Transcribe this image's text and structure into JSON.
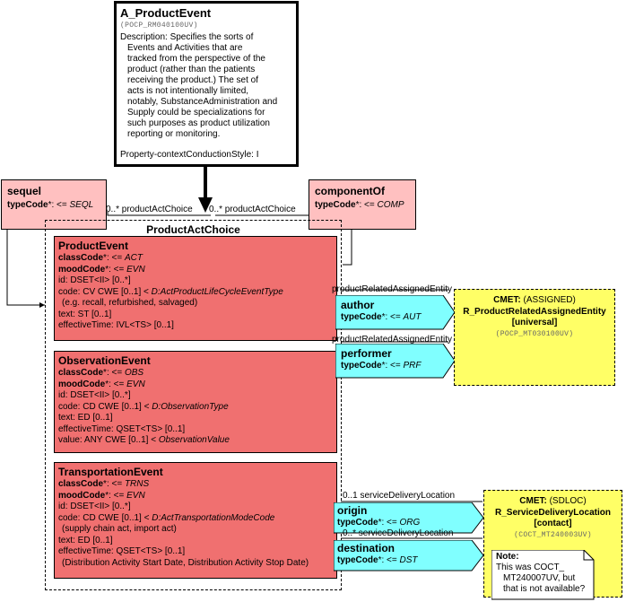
{
  "entry": {
    "title": "A_ProductEvent",
    "id": "(POCP_RM040100UV)",
    "description": [
      "Description: Specifies the sorts of",
      "Events and Activities that are",
      "tracked from the perspective of the",
      "product (rather than the patients",
      "receiving the product.) The set of",
      "acts is not intentionally limited,",
      "notably, SubstanceAdministration and",
      "Supply could be specializations for",
      "such purposes as product utilization",
      "reporting or monitoring."
    ],
    "property": "Property-contextConductionStyle: I"
  },
  "sequel": {
    "title": "sequel",
    "attr_name": "typeCode",
    "attr_star": "*",
    "attr_sep": ": <= ",
    "attr_value": "SEQL"
  },
  "componentOf": {
    "title": "componentOf",
    "attr_name": "typeCode",
    "attr_star": "*",
    "attr_sep": ": <= ",
    "attr_value": "COMP"
  },
  "connector_labels": {
    "sequel_choice": "0..* productActChoice",
    "componentOf_choice": "0..* productActChoice",
    "author_entity": "productRelatedAssignedEntity",
    "performer_entity": "productRelatedAssignedEntity",
    "origin_location": "0..1 serviceDeliveryLocation",
    "destination_location": "0..* serviceDeliveryLocation"
  },
  "choice": {
    "title": "ProductActChoice"
  },
  "productEvent": {
    "title": "ProductEvent",
    "classCode": {
      "name": "classCode",
      "star": "*",
      "sep": ": <= ",
      "value": "ACT"
    },
    "moodCode": {
      "name": "moodCode",
      "star": "*",
      "sep": ": <= ",
      "value": "EVN"
    },
    "id": "id: DSET<II> [0..*]",
    "code_prefix": "code: CV CWE [0..1] < ",
    "code_domain": "D:ActProductLifeCycleEventType",
    "code_note": "(e.g. recall, refurbished, salvaged)",
    "text": "text: ST [0..1]",
    "effectiveTime": "effectiveTime: IVL<TS> [0..1]"
  },
  "observationEvent": {
    "title": "ObservationEvent",
    "classCode": {
      "name": "classCode",
      "star": "*",
      "sep": ": <= ",
      "value": "OBS"
    },
    "moodCode": {
      "name": "moodCode",
      "star": "*",
      "sep": ": <= ",
      "value": "EVN"
    },
    "id": "id: DSET<II> [0..*]",
    "code_prefix": "code: CD CWE [0..1] < ",
    "code_domain": "D:ObservationType",
    "text": "text: ED [0..1]",
    "effectiveTime": "effectiveTime: QSET<TS> [0..1]",
    "value_prefix": "value: ANY CWE [0..1] < ",
    "value_domain": "ObservationValue"
  },
  "transportationEvent": {
    "title": "TransportationEvent",
    "classCode": {
      "name": "classCode",
      "star": "*",
      "sep": ": <= ",
      "value": "TRNS"
    },
    "moodCode": {
      "name": "moodCode",
      "star": "*",
      "sep": ": <= ",
      "value": "EVN"
    },
    "id": "id: DSET<II> [0..*]",
    "code_prefix": "code: CD CWE [0..1] < ",
    "code_domain": "D:ActTransportationModeCode",
    "code_note": "(supply chain act, import act)",
    "text": "text: ED [0..1]",
    "effectiveTime": "effectiveTime: QSET<TS> [0..1]",
    "effectiveTime_note": "(Distribution Activity Start Date, Distribution Activity Stop Date)"
  },
  "author": {
    "title": "author",
    "attr_name": "typeCode",
    "attr_star": "*",
    "attr_sep": ": <= ",
    "attr_value": "AUT"
  },
  "performer": {
    "title": "performer",
    "attr_name": "typeCode",
    "attr_star": "*",
    "attr_sep": ": <= ",
    "attr_value": "PRF"
  },
  "origin": {
    "title": "origin",
    "attr_name": "typeCode",
    "attr_star": "*",
    "attr_sep": ": <= ",
    "attr_value": "ORG"
  },
  "destination": {
    "title": "destination",
    "attr_name": "typeCode",
    "attr_star": "*",
    "attr_sep": ": <= ",
    "attr_value": "DST"
  },
  "cmet_assigned": {
    "label": "CMET:",
    "kind": " (ASSIGNED)",
    "name": "R_ProductRelatedAssignedEntity",
    "variant": "[universal]",
    "id": "(POCP_MT030100UV)"
  },
  "cmet_sdloc": {
    "label": "CMET:",
    "kind": " (SDLOC)",
    "name": "R_ServiceDeliveryLocation",
    "variant": "[contact]",
    "id": "(COCT_MT240003UV)"
  },
  "note": {
    "label": "Note:",
    "lines": [
      "This was COCT_",
      "MT240007UV, but",
      "that is not available?"
    ]
  },
  "colors": {
    "act": "#f07070",
    "participation": "#80ffff",
    "act_relationship": "#ffc0c0",
    "cmet": "#ffff66"
  }
}
